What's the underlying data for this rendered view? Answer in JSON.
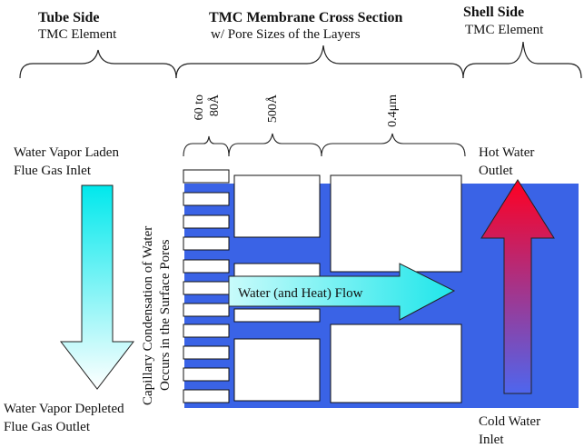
{
  "headings": {
    "tube_title": "Tube Side",
    "tube_sub": "TMC Element",
    "membrane_title": "TMC Membrane Cross Section",
    "membrane_sub": "w/ Pore Sizes of the Layers",
    "shell_title": "Shell Side",
    "shell_sub": "TMC Element"
  },
  "pore_sizes": {
    "layer1_line1": "60 to",
    "layer1_line2": "80Å",
    "layer2": "500Å",
    "layer3": "0.4μm"
  },
  "labels": {
    "inlet_line1": "Water Vapor Laden",
    "inlet_line2": "Flue Gas Inlet",
    "outlet_line1": "Water Vapor Depleted",
    "outlet_line2": "Flue Gas Outlet",
    "capillary_line1": "Capillary Condensation of Water",
    "capillary_line2": "Occurs in the Surface Pores",
    "flow": "Water (and Heat) Flow",
    "hot_line1": "Hot Water",
    "hot_line2": "Outlet",
    "cold_line1": "Cold Water",
    "cold_line2": "Inlet"
  },
  "colors": {
    "membrane_blue": "#3a63e6",
    "cyan": "#00e8ec",
    "hot_red": "#ff0022",
    "cold_blue": "#3a63e6"
  }
}
